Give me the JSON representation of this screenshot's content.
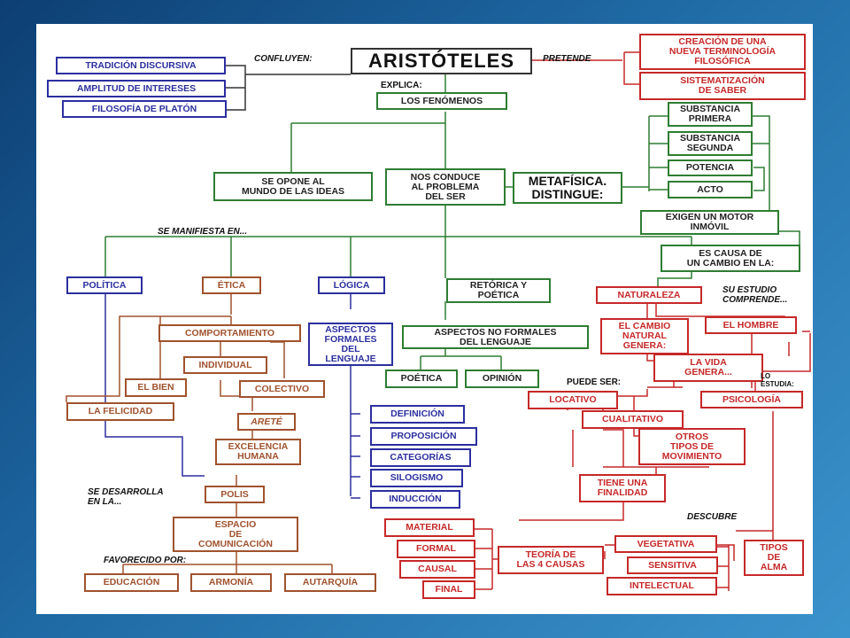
{
  "colors": {
    "background_gradient": [
      "#0d3f73",
      "#3b93cc"
    ],
    "blue": "#2b2f9e",
    "red": "#c62828",
    "brown": "#a0522d",
    "green": "#2e7d32"
  },
  "root": "ARISTÓTELES",
  "left_inputs": [
    "TRADICIÓN DISCURSIVA",
    "AMPLITUD DE INTERESES",
    "FILOSOFÍA DE PLATÓN"
  ],
  "right_goals": [
    "CREACIÓN DE UNA\nNUEVA TERMINOLOGÍA\nFILOSÓFICA",
    "SISTEMATIZACIÓN\nDE SABER"
  ],
  "fenomenos": "LOS FENÓMENOS",
  "opone": "SE OPONE AL\nMUNDO DE LAS IDEAS",
  "conduce": "NOS CONDUCE\nAL PROBLEMA\nDEL SER",
  "metafisica": "METAFÍSICA.\nDISTINGUE:",
  "meta_items": [
    "SUBSTANCIA\nPRIMERA",
    "SUBSTANCIA\nSEGUNDA",
    "POTENCIA",
    "ACTO"
  ],
  "motor": "EXIGEN UN MOTOR\nINMÓVIL",
  "causa": "ES CAUSA DE\nUN CAMBIO EN LA:",
  "branches": {
    "politica": "POLÍTICA",
    "etica": "ÉTICA",
    "logica": "LÓGICA",
    "retorica": "RETÓRICA Y\nPOÉTICA"
  },
  "ethics": {
    "comportamiento": "COMPORTAMIENTO",
    "individual": "INDIVIDUAL",
    "colectivo": "COLECTIVO",
    "bien": "EL BIEN",
    "felicidad": "LA FELICIDAD",
    "arete": "ARETÉ",
    "excelencia": "EXCELENCIA\nHUMANA"
  },
  "polis": "POLIS",
  "espacio": "ESPACIO\nDE\nCOMUNICACIÓN",
  "favorecido": [
    "EDUCACIÓN",
    "ARMONÍA",
    "AUTARQUÍA"
  ],
  "logic": {
    "formales": "ASPECTOS\nFORMALES\nDEL\nLENGUAJE",
    "items": [
      "DEFINICIÓN",
      "PROPOSICIÓN",
      "CATEGORÍAS",
      "SILOGISMO",
      "INDUCCIÓN"
    ]
  },
  "rhetoric": {
    "no_formales": "ASPECTOS NO FORMALES\nDEL LENGUAJE",
    "poetica": "POÉTICA",
    "opinion": "OPINIÓN"
  },
  "nature": {
    "naturaleza": "NATURALEZA",
    "cambio": "EL CAMBIO\nNATURAL\nGENERA:",
    "hombre": "EL HOMBRE",
    "vida": "LA VIDA\nGENERA...",
    "psicologia": "PSICOLOGÍA",
    "locativo": "LOCATIVO",
    "cualitativo": "CUALITATIVO",
    "otros": "OTROS\nTIPOS DE\nMOVIMIENTO",
    "finalidad": "TIENE UNA\nFINALIDAD",
    "tipos_alma": "TIPOS\nDE\nALMA",
    "alma": [
      "VEGETATIVA",
      "SENSITIVA",
      "INTELECTUAL"
    ],
    "teoria": "TEORÍA DE\nLAS 4 CAUSAS",
    "causas": [
      "MATERIAL",
      "FORMAL",
      "CAUSAL",
      "FINAL"
    ]
  },
  "labels": {
    "confluyen": "CONFLUYEN:",
    "pretende": "PRETENDE",
    "explica": "EXPLICA:",
    "manifiesta": "SE MANIFIESTA EN...",
    "estudio": "SU ESTUDIO\nCOMPRENDE...",
    "puede": "PUEDE SER:",
    "lo_estudia": "LO\nESTUDIA:",
    "desarrolla": "SE DESARROLLA\nEN LA...",
    "favorecido": "FAVORECIDO POR:",
    "descubre": "DESCUBRE"
  }
}
